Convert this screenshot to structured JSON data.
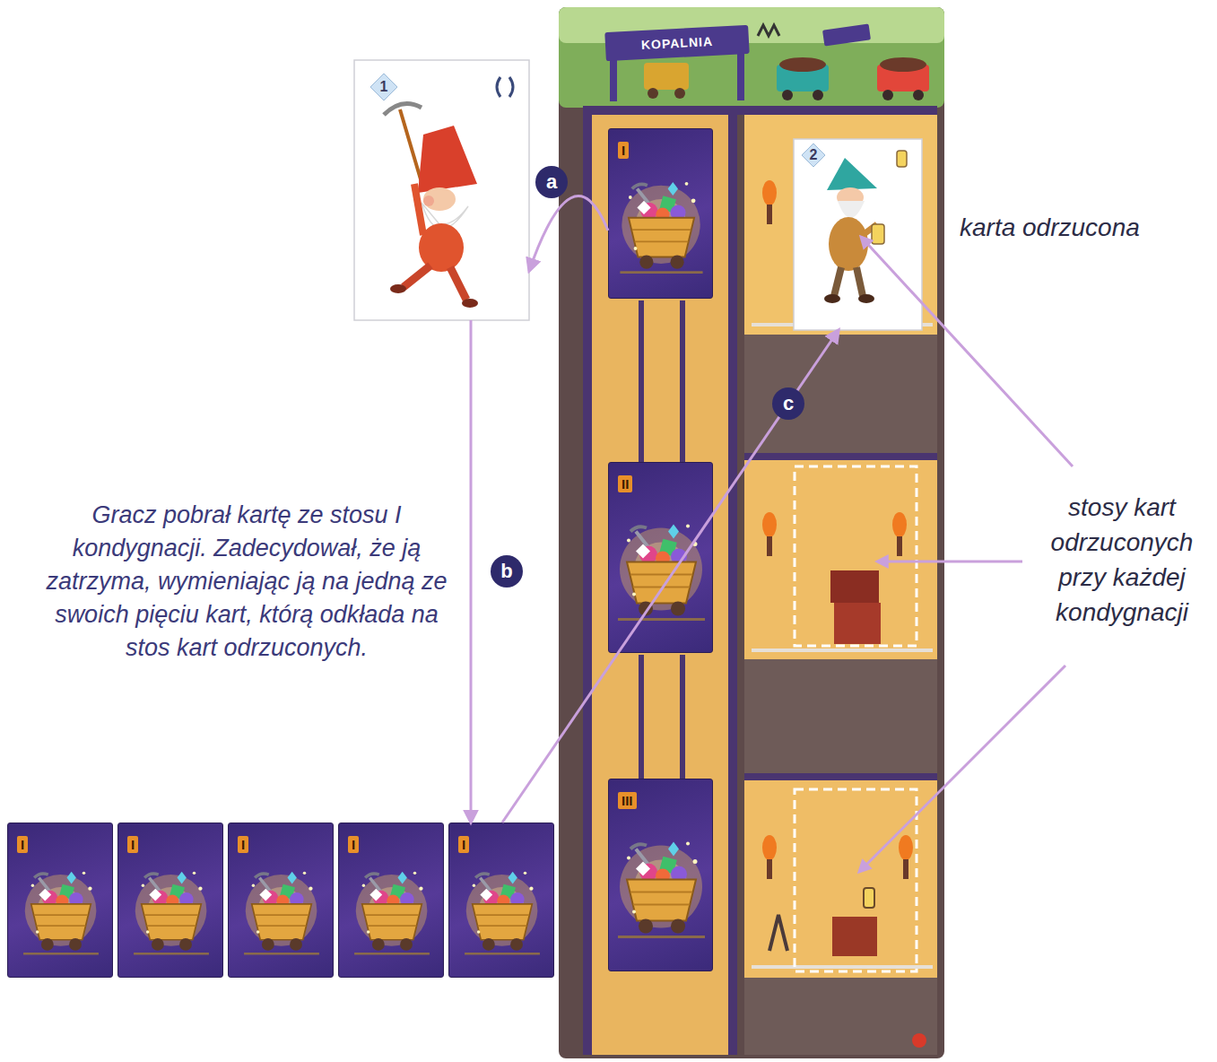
{
  "diagram": {
    "nodes": [
      {
        "text": [
          "1"
        ]
      },
      {
        "text": [
          "KOPALNIA"
        ]
      },
      {
        "text": [
          "I"
        ],
        "in": 1
      },
      {
        "text": [
          "2"
        ],
        "in": 1
      },
      {
        "text": [
          "II"
        ],
        "in": 1
      },
      {
        "text": [
          "III"
        ],
        "in": 1
      },
      {
        "text": [
          "I"
        ]
      },
      {
        "text": [
          "I"
        ]
      },
      {
        "text": [
          "I"
        ]
      },
      {
        "text": [
          "I"
        ]
      },
      {
        "text": [
          "I"
        ]
      }
    ],
    "edges": [
      {
        "from": 2,
        "to": 0,
        "arrow": "to",
        "label": "a"
      },
      {
        "from": 0,
        "to": 10,
        "arrow": "to",
        "label": "b"
      },
      {
        "from": 10,
        "to": 3,
        "arrow": "to",
        "label": "c"
      }
    ],
    "labels": [
      "karta odrzucona",
      "stosy kart odrzuconych przy każdej kondygnacji",
      "Gracz pobrał kartę ze stosu I kondygnacji. Zadecydował, że ją zatrzyma, wymieniając ją na jedną ze swoich pięciu kart, którą odkłada na stos kart odrzuconych."
    ]
  }
}
